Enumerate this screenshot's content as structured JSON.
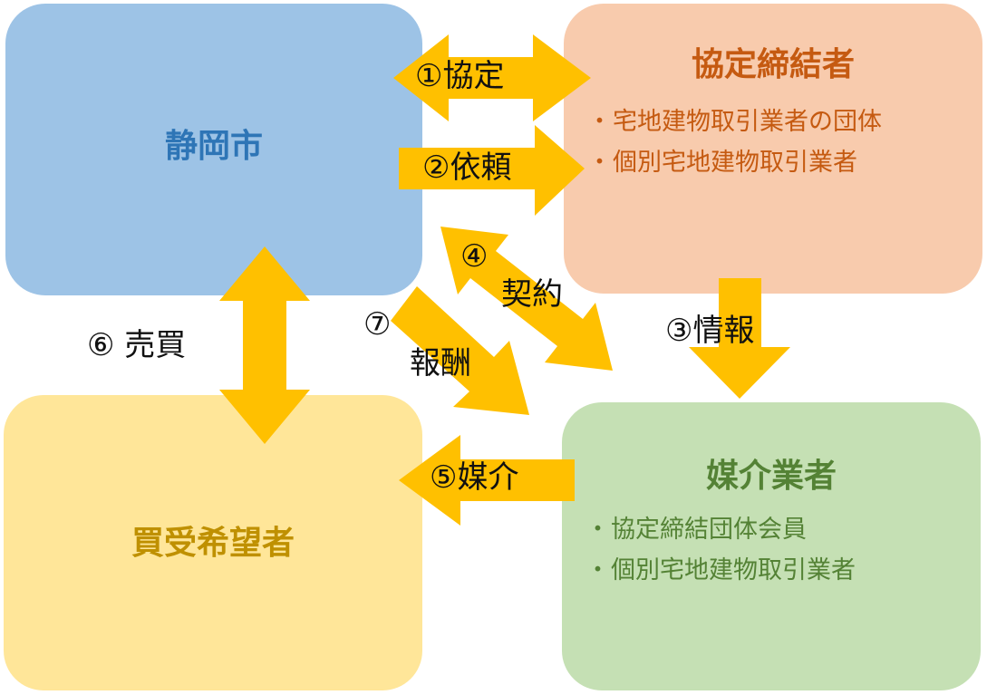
{
  "colors": {
    "city_fill": "#9dc3e6",
    "city_text": "#2e75b6",
    "signatory_fill": "#f8cbad",
    "signatory_text": "#c55a11",
    "buyer_fill": "#ffe699",
    "buyer_text": "#bf9000",
    "broker_fill": "#c5e0b4",
    "broker_text": "#548235",
    "arrow": "#ffc000"
  },
  "nodes": {
    "city": {
      "title": "静岡市"
    },
    "signatory": {
      "title": "協定締結者",
      "items": [
        "宅地建物取引業者の団体",
        "個別宅地建物取引業者"
      ]
    },
    "buyer": {
      "title": "買受希望者"
    },
    "broker": {
      "title": "媒介業者",
      "items": [
        "協定締結団体会員",
        "個別宅地建物取引業者"
      ]
    }
  },
  "bullet": "・",
  "edges": {
    "agreement": "①協定",
    "request": "②依頼",
    "info": "③情報",
    "contract_num": "④",
    "contract": "契約",
    "mediation": "⑤媒介",
    "sale": "⑥ 売買",
    "fee_num": "⑦",
    "fee": "報酬"
  }
}
